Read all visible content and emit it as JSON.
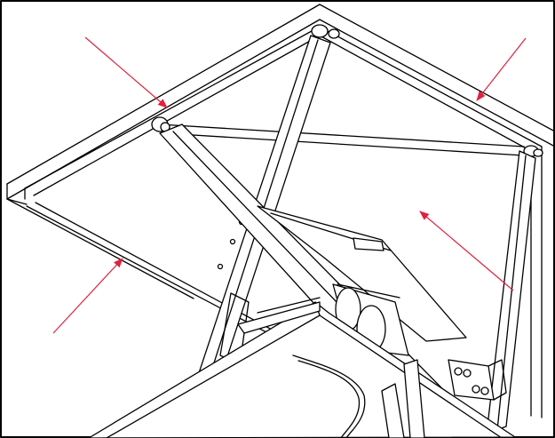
{
  "figure": {
    "kind": "scissor-lift-table-underside",
    "line_color": "#000000",
    "background": "#ffffff",
    "arrow_color": "#e0213f"
  },
  "callouts": {
    "count": 4,
    "style": "red-arrow"
  }
}
